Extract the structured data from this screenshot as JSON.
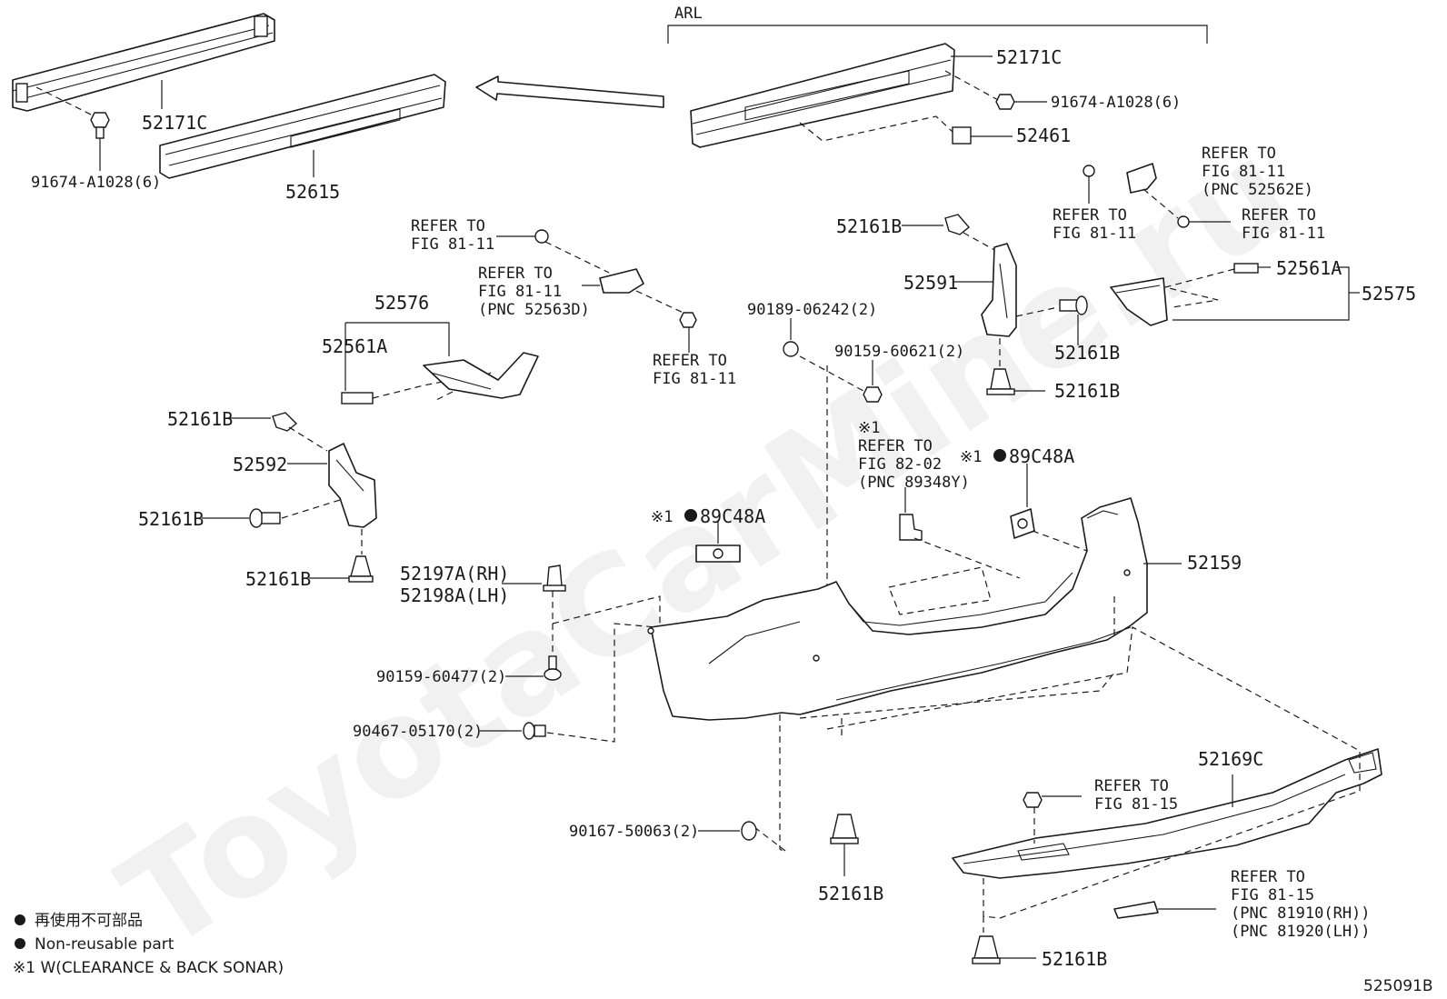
{
  "figure_code": "525091B",
  "watermark": "ToyotaCarMine.ru",
  "group_label": "ARL",
  "parts": {
    "reinforcement_left": "52171C",
    "reinforcement_right": "52171C",
    "absorber": "52615",
    "bolt_left": "91674-A1028(6)",
    "bolt_right": "91674-A1028(6)",
    "pad": "52461",
    "clip_top_right": "52161B",
    "side_retainer_right": "52591",
    "clip_right_mid": "52161B",
    "clip_right_low": "52161B",
    "bracket_set_right": "52575",
    "bolt_set_right": "52561A",
    "bracket_set_left": "52576",
    "bolt_set_left": "52561A",
    "clip_left_top": "52161B",
    "side_retainer_left": "52592",
    "clip_left_mid": "52161B",
    "clip_left_low": "52161B",
    "retainer_rh": "52197A(RH)",
    "retainer_lh": "52198A(LH)",
    "screw_90159_60477": "90159-60477(2)",
    "screw_90467": "90467-05170(2)",
    "screw_90167": "90167-50063(2)",
    "nut_90189": "90189-06242(2)",
    "screw_90159_60621": "90159-60621(2)",
    "bumper_cover": "52159",
    "sonar_bracket_left": "89C48A",
    "sonar_bracket_right": "89C48A",
    "lower_cover": "52169C",
    "clip_bottom_center": "52161B",
    "clip_bottom_right": "52161B"
  },
  "refs": {
    "ref_a": [
      "REFER TO",
      "FIG 81-11"
    ],
    "ref_b": [
      "REFER TO",
      "FIG 81-11",
      "(PNC 52563D)"
    ],
    "ref_c": [
      "REFER TO",
      "FIG 81-11"
    ],
    "ref_d": [
      "REFER TO",
      "FIG 81-11",
      "(PNC 52562E)"
    ],
    "ref_e": [
      "REFER TO",
      "FIG 81-11"
    ],
    "ref_f": [
      "REFER TO",
      "FIG 81-11"
    ],
    "ref_g": [
      "REFER TO",
      "FIG 82-02",
      "(PNC 89348Y)"
    ],
    "ref_h": [
      "REFER TO",
      "FIG 81-15"
    ],
    "ref_i": [
      "REFER TO",
      "FIG 81-15",
      "(PNC 81910(RH))",
      "(PNC 81920(LH))"
    ]
  },
  "note_mark": "※1",
  "legend": {
    "line1": "再使用不可部品",
    "line2": "Non-reusable part",
    "line3": "※1 W(CLEARANCE & BACK SONAR)"
  }
}
